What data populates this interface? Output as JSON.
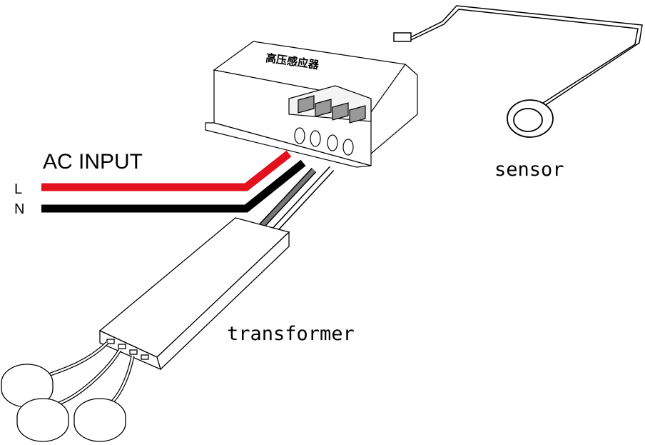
{
  "labels": {
    "ac_input": "AC INPUT",
    "live": "L",
    "neutral": "N",
    "sensor": "sensor",
    "transformer": "transformer",
    "controller": "高压感应器"
  },
  "colors": {
    "live_wire": "#e3101e",
    "neutral_wire": "#000000",
    "output_wire_dark": "#555555",
    "outline": "#000000",
    "background": "#ffffff"
  }
}
